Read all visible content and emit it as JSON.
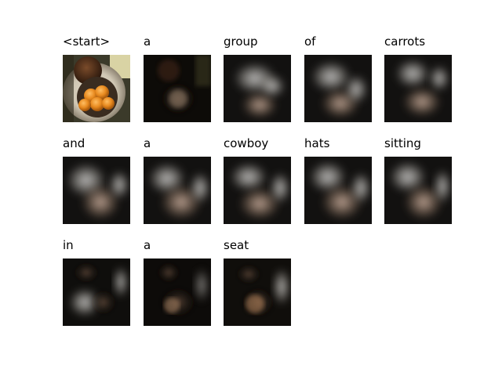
{
  "captions": [
    {
      "word": "<start>"
    },
    {
      "word": "a"
    },
    {
      "word": "group"
    },
    {
      "word": "of"
    },
    {
      "word": "carrots"
    },
    {
      "word": "and"
    },
    {
      "word": "a"
    },
    {
      "word": "cowboy"
    },
    {
      "word": "hats"
    },
    {
      "word": "sitting"
    },
    {
      "word": "in"
    },
    {
      "word": "a"
    },
    {
      "word": "seat"
    }
  ],
  "colors": {
    "background": "#ffffff",
    "text": "#000000"
  }
}
